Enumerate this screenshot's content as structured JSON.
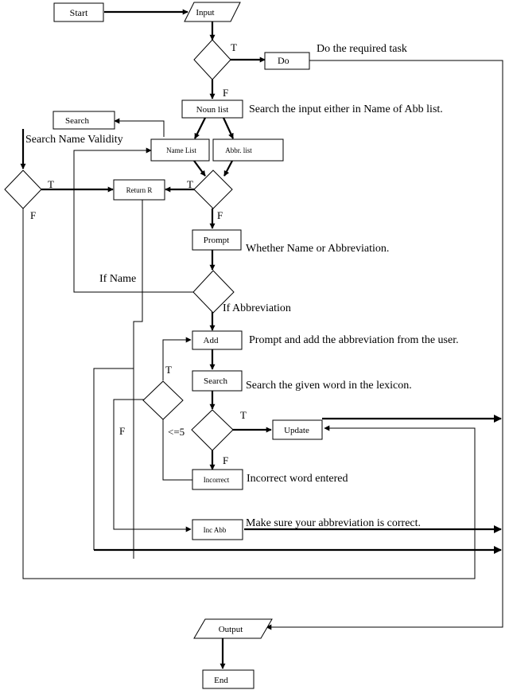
{
  "nodes": {
    "start": "Start",
    "input": "Input",
    "do": "Do",
    "noun_list": "Noun list",
    "search_top": "Search",
    "name_list": "Name List",
    "abbr_list": "Abbr. list",
    "return_r": "Return R",
    "prompt": "Prompt",
    "add": "Add",
    "search_mid": "Search",
    "update": "Update",
    "incorrect": "Incorrect",
    "inc_abb": "Inc Abb",
    "output": "Output",
    "end": "End"
  },
  "notes": {
    "do_task": "Do the required task",
    "search_input": "Search the input either in Name of Abb list.",
    "search_validity": "Search Name Validity",
    "whether": "Whether Name or Abbreviation.",
    "prompt_add": "Prompt and add the abbreviation from the user.",
    "search_lexicon": "Search the given word in the lexicon.",
    "incorrect_word": "Incorrect word entered",
    "make_sure": "Make sure your abbreviation is correct."
  },
  "branches": {
    "t1": "T",
    "f1": "F",
    "t2": "T",
    "f2": "F",
    "t3": "T",
    "f3": "F",
    "if_name": "If Name",
    "if_abbr": "If Abbreviation",
    "t_loop": "T",
    "f_loop": "F",
    "le5": "<=5",
    "t_search": "T",
    "f_search": "F"
  }
}
